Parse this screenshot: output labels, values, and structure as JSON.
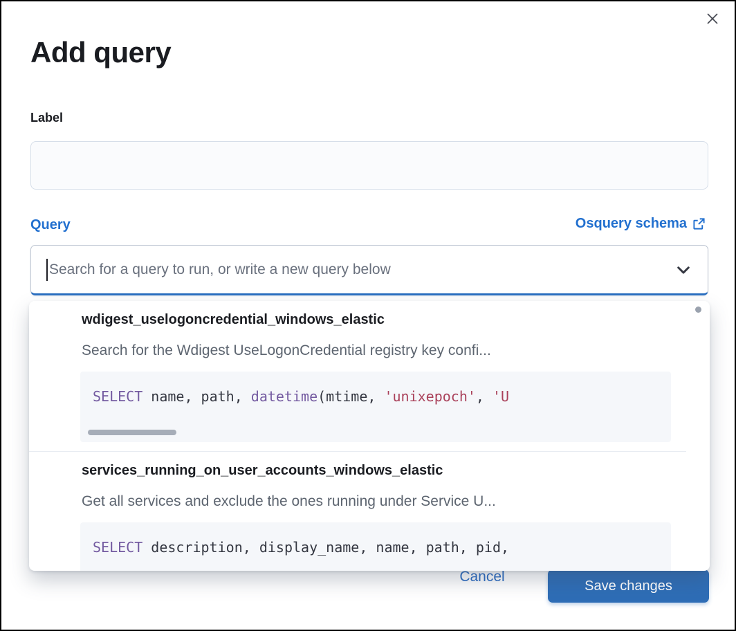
{
  "modal": {
    "title": "Add query",
    "label_field": {
      "label": "Label",
      "value": "",
      "placeholder": ""
    },
    "query_field": {
      "label": "Query",
      "schema_link_label": "Osquery schema",
      "combobox_placeholder": "Search for a query to run, or write a new query below"
    },
    "dropdown": {
      "options": [
        {
          "title": "wdigest_uselogoncredential_windows_elastic",
          "description": "Search for the Wdigest UseLogonCredential registry key confi...",
          "code": [
            {
              "t": "SELECT",
              "c": "keyword"
            },
            {
              "t": " name, path, ",
              "c": "plain"
            },
            {
              "t": "datetime",
              "c": "keyword"
            },
            {
              "t": "(mtime, ",
              "c": "plain"
            },
            {
              "t": "'unixepoch'",
              "c": "string"
            },
            {
              "t": ", ",
              "c": "plain"
            },
            {
              "t": "'U",
              "c": "string"
            }
          ]
        },
        {
          "title": "services_running_on_user_accounts_windows_elastic",
          "description": "Get all services and exclude the ones running under Service U...",
          "code": [
            {
              "t": "SELECT",
              "c": "keyword"
            },
            {
              "t": " description, display_name, name, path, pid,",
              "c": "plain"
            }
          ]
        }
      ]
    },
    "footer": {
      "cancel_label": "Cancel",
      "save_label": "Save changes"
    }
  },
  "colors": {
    "accent_blue": "#2270cf",
    "button_blue": "#2e6db6",
    "focus_underline": "#2a6ebf",
    "code_keyword": "#735aa0",
    "code_string": "#aa415a",
    "code_plain": "#343741",
    "code_background": "#f5f7fa"
  }
}
